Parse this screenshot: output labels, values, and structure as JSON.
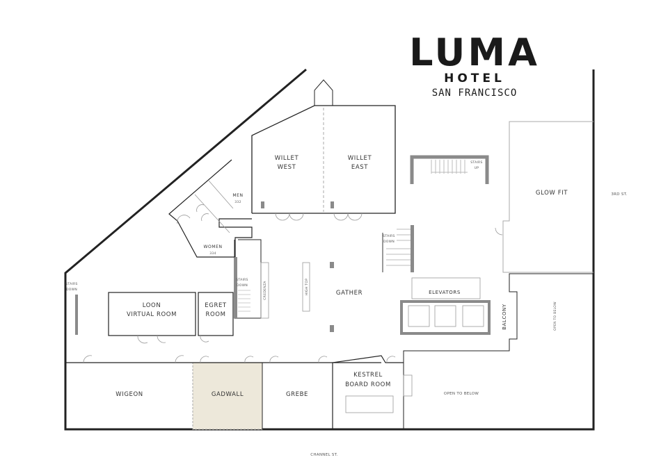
{
  "logo": {
    "brand": "LUMA",
    "sub": "HOTEL",
    "city": "SAN FRANCISCO"
  },
  "rooms": {
    "willet_west": [
      "WILLET",
      "WEST"
    ],
    "willet_east": [
      "WILLET",
      "EAST"
    ],
    "men": "MEN",
    "men_no": "332",
    "women": "WOMEN",
    "women_no": "334",
    "loon": [
      "LOON",
      "VIRTUAL ROOM"
    ],
    "egret": [
      "EGRET",
      "ROOM"
    ],
    "gather": "GATHER",
    "high_top": "HIGH TOP",
    "credenza": "CREDENZA",
    "elevators": "ELEVATORS",
    "balcony": "BALCONY",
    "glow_fit": "GLOW FIT",
    "open_below_east": "OPEN TO BELOW",
    "wigeon": "WIGEON",
    "gadwall": "GADWALL",
    "grebe": "GREBE",
    "kestrel": [
      "KESTREL",
      "BOARD ROOM"
    ],
    "open_below_south": "OPEN TO BELOW"
  },
  "stairs": {
    "up": [
      "STAIRS",
      "UP"
    ],
    "down_center": [
      "STAIRS",
      "DOWN"
    ],
    "down_gather": [
      "STAIRS",
      "DOWN"
    ],
    "down_left": [
      "STAIRS",
      "DOWN"
    ]
  },
  "streets": {
    "east": "3RD ST.",
    "south": "CHANNEL ST."
  },
  "colors": {
    "highlight": "#ede8da",
    "wall": "#222222"
  }
}
